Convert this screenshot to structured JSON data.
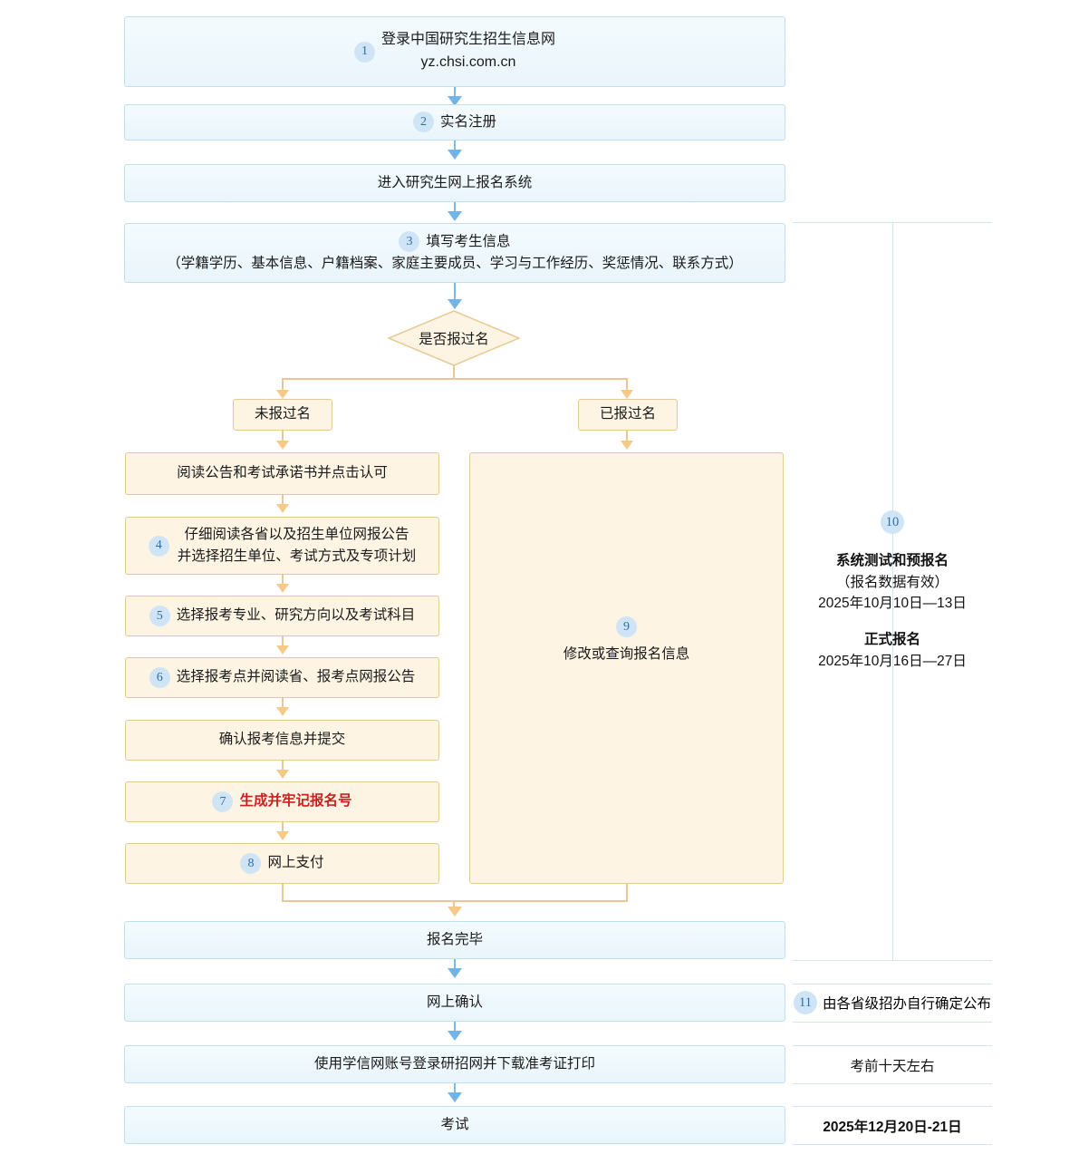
{
  "flow": {
    "steps": [
      {
        "id": "login",
        "num": "1",
        "lines": [
          "登录中国研究生招生信息网",
          "yz.chsi.com.cn"
        ],
        "style": "blue"
      },
      {
        "id": "register",
        "num": "2",
        "lines": [
          "实名注册"
        ],
        "style": "blue"
      },
      {
        "id": "enter-system",
        "num": "",
        "lines": [
          "进入研究生网上报名系统"
        ],
        "style": "blue"
      },
      {
        "id": "fill-info",
        "num": "3",
        "lines": [
          "填写考生信息",
          "（学籍学历、基本信息、户籍档案、家庭主要成员、学习与工作经历、奖惩情况、联系方式）"
        ],
        "style": "blue"
      }
    ],
    "decision": {
      "label": "是否报过名"
    },
    "branches": {
      "left_label": "未报过名",
      "right_label": "已报过名"
    },
    "left_steps": [
      {
        "id": "read-notice",
        "num": "",
        "lines": [
          "阅读公告和考试承诺书并点击认可"
        ]
      },
      {
        "id": "read-province-notice",
        "num": "4",
        "lines": [
          "仔细阅读各省以及招生单位网报公告",
          "并选择招生单位、考试方式及专项计划"
        ]
      },
      {
        "id": "choose-major",
        "num": "5",
        "lines": [
          "选择报考专业、研究方向以及考试科目"
        ]
      },
      {
        "id": "choose-exam-site",
        "num": "6",
        "lines": [
          "选择报考点并阅读省、报考点网报公告"
        ]
      },
      {
        "id": "confirm-submit",
        "num": "",
        "lines": [
          "确认报考信息并提交"
        ]
      },
      {
        "id": "generate-number",
        "num": "7",
        "lines": [
          "生成并牢记报名号"
        ],
        "emphasis": "red"
      },
      {
        "id": "online-payment",
        "num": "8",
        "lines": [
          "网上支付"
        ]
      }
    ],
    "right_step": {
      "id": "modify-query",
      "num": "9",
      "lines": [
        "修改或查询报名信息"
      ]
    },
    "tail_steps": [
      {
        "id": "registration-done",
        "num": "",
        "lines": [
          "报名完毕"
        ],
        "style": "blue"
      },
      {
        "id": "online-confirm",
        "num": "",
        "lines": [
          "网上确认"
        ],
        "style": "blue"
      },
      {
        "id": "download-admit-card",
        "num": "",
        "lines": [
          "使用学信网账号登录研招网并下载准考证打印"
        ],
        "style": "blue"
      },
      {
        "id": "exam",
        "num": "",
        "lines": [
          "考试"
        ],
        "style": "blue"
      }
    ]
  },
  "timeline": {
    "main": {
      "num": "10",
      "title_1": "系统测试和预报名",
      "sub_1": "（报名数据有效）",
      "date_1": "2025年10月10日—13日",
      "title_2": "正式报名",
      "date_2": "2025年10月16日—27日"
    },
    "rows": [
      {
        "id": "confirm-date",
        "num": "11",
        "text": "由各省级招办自行确定公布"
      },
      {
        "id": "admit-card-date",
        "num": "",
        "text": "考前十天左右"
      },
      {
        "id": "exam-date",
        "num": "",
        "text": "2025年12月20日-21日"
      }
    ]
  },
  "colors": {
    "blue_fill": "#eaf5fb",
    "blue_border": "#bfe0ef",
    "orange_fill": "#fdf4e3",
    "orange_border": "#e7c993",
    "badge_bg": "#cfe5f6",
    "badge_text": "#2d6ea8",
    "arrow_blue": "#72b4e6",
    "arrow_orange": "#f6c987",
    "emphasis_red": "#cc1f1f"
  }
}
